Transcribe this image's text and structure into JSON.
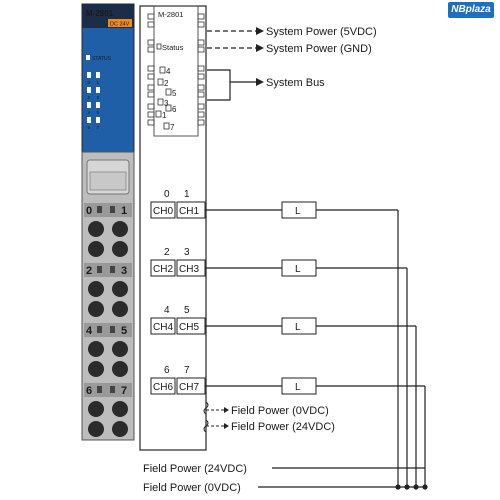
{
  "module": {
    "model": "M-2801",
    "voltage": "DC 24V",
    "status_label": "STATUS",
    "led_labels": [
      "0",
      "1",
      "2",
      "3",
      "4",
      "5",
      "6",
      "7"
    ]
  },
  "board": {
    "model": "M-2801",
    "status": "Status",
    "pins": [
      "4",
      "2",
      "5",
      "3",
      "6",
      "1",
      "7"
    ]
  },
  "power_labels": {
    "system_5v": "System Power (5VDC)",
    "system_gnd": "System Power (GND)",
    "system_bus": "System Bus"
  },
  "channels": [
    {
      "num_a": "0",
      "num_b": "1",
      "label_a": "CH0",
      "label_b": "CH1",
      "load": "L"
    },
    {
      "num_a": "2",
      "num_b": "3",
      "label_a": "CH2",
      "label_b": "CH3",
      "load": "L"
    },
    {
      "num_a": "4",
      "num_b": "5",
      "label_a": "CH4",
      "label_b": "CH5",
      "load": "L"
    },
    {
      "num_a": "6",
      "num_b": "7",
      "label_a": "CH6",
      "label_b": "CH7",
      "load": "L"
    }
  ],
  "terminal_numbers": [
    {
      "left": "0",
      "right": "1"
    },
    {
      "left": "2",
      "right": "3"
    },
    {
      "left": "4",
      "right": "5"
    },
    {
      "left": "6",
      "right": "7"
    }
  ],
  "field_power": {
    "internal_0v": "Field Power (0VDC)",
    "internal_24v": "Field Power (24VDC)",
    "bottom_24v": "Field Power (24VDC)",
    "bottom_0v": "Field Power (0VDC)"
  },
  "watermark": "NBplaza",
  "colors": {
    "module_blue": "#1f5fa8",
    "module_dark": "#1a2e4a",
    "accent_orange": "#f08a1c",
    "terminal_gray": "#b9b9b9",
    "hole_dark": "#2b2b2b",
    "line": "#222222",
    "watermark_blue": "#1e6fc0"
  }
}
